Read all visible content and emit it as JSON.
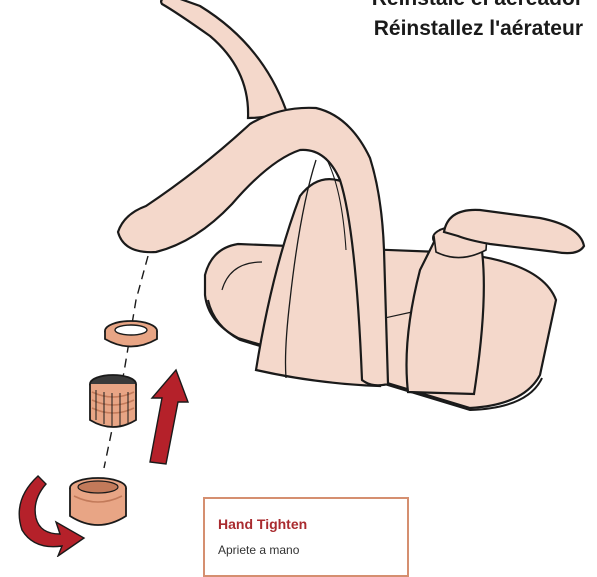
{
  "heading": {
    "spanish": "Reinstale el aereador",
    "french": "Réinstallez l'aérateur"
  },
  "callout": {
    "title": "Hand Tighten",
    "subtitle": "Apriete a mano"
  },
  "colors": {
    "finish": "#f4d8cb",
    "part_fill": "#e8a585",
    "part_dark": "#c27a5a",
    "outline": "#1a1a1a",
    "arrow_red": "#b5212a",
    "callout_border": "#d58f70",
    "callout_title": "#a92b2f"
  },
  "icons": {
    "up_arrow": "install-direction-arrow",
    "rotate_arrow": "clockwise-rotate-arrow"
  }
}
